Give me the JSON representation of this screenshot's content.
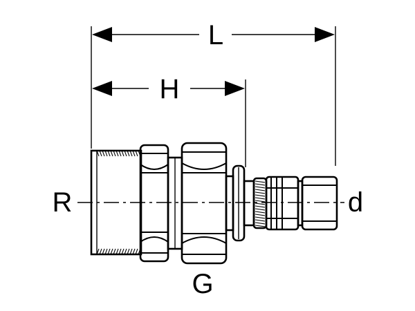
{
  "labels": {
    "length": "L",
    "height": "H",
    "thread": "R",
    "nut": "G",
    "diameter": "d"
  },
  "colors": {
    "line": "#000000",
    "background": "#ffffff"
  }
}
